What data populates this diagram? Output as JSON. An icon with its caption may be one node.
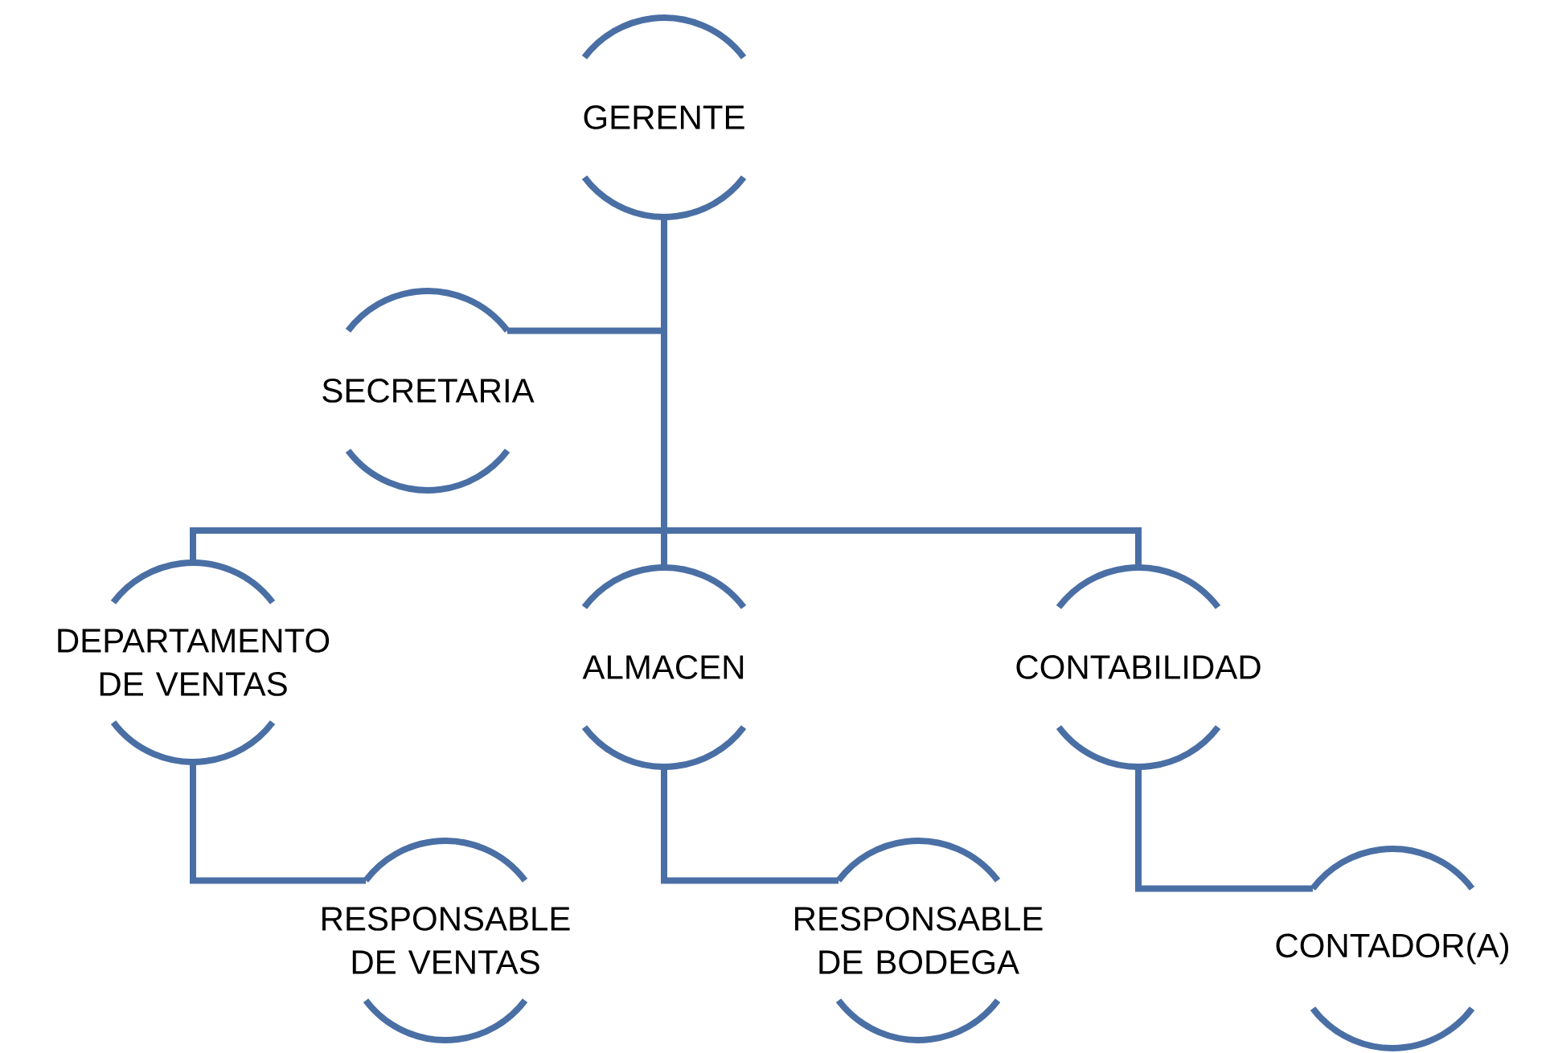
{
  "diagram": {
    "nodes": [
      {
        "text": [
          "GERENTE"
        ]
      },
      {
        "text": [
          "SECRETARIA"
        ]
      },
      {
        "text": [
          "DEPARTAMENTO DE VENTAS"
        ]
      },
      {
        "text": [
          "ALMACEN"
        ]
      },
      {
        "text": [
          "CONTABILIDAD"
        ]
      },
      {
        "text": [
          "RESPONSABLE DE VENTAS"
        ]
      },
      {
        "text": [
          "RESPONSABLE DE BODEGA"
        ]
      },
      {
        "text": [
          "CONTADOR(A)"
        ]
      }
    ],
    "edges": [
      {
        "from": 0,
        "to": 1,
        "arrow": "none"
      },
      {
        "from": 0,
        "to": 2,
        "arrow": "none"
      },
      {
        "from": 0,
        "to": 3,
        "arrow": "none"
      },
      {
        "from": 0,
        "to": 4,
        "arrow": "none"
      },
      {
        "from": 2,
        "to": 5,
        "arrow": "none"
      },
      {
        "from": 3,
        "to": 6,
        "arrow": "none"
      },
      {
        "from": 4,
        "to": 7,
        "arrow": "none"
      }
    ]
  }
}
